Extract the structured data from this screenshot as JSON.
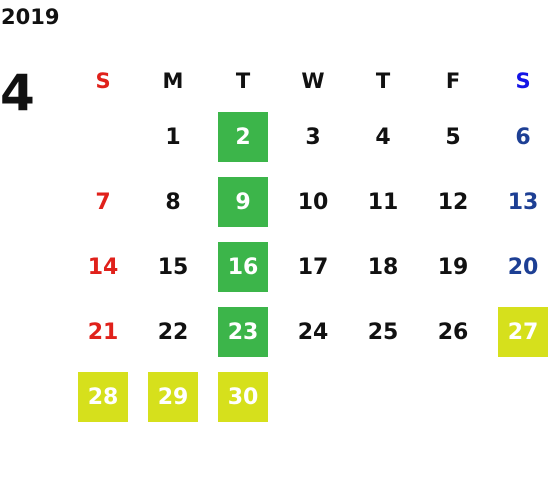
{
  "year": "2019",
  "month": "4",
  "weekdays": [
    "S",
    "M",
    "T",
    "W",
    "T",
    "F",
    "S"
  ],
  "weeks": [
    [
      "",
      "1",
      "2",
      "3",
      "4",
      "5",
      "6"
    ],
    [
      "7",
      "8",
      "9",
      "10",
      "11",
      "12",
      "13"
    ],
    [
      "14",
      "15",
      "16",
      "17",
      "18",
      "19",
      "20"
    ],
    [
      "21",
      "22",
      "23",
      "24",
      "25",
      "26",
      "27"
    ],
    [
      "28",
      "29",
      "30",
      "",
      "",
      "",
      ""
    ]
  ],
  "highlights": {
    "green": [
      "2",
      "9",
      "16",
      "23"
    ],
    "yellow": [
      "27",
      "28",
      "29",
      "30"
    ]
  },
  "colors": {
    "sunday": "#e0211b",
    "saturday_header": "#1414e6",
    "saturday": "#1d3f94",
    "green": "#3cb54a",
    "yellow": "#d6e01c"
  }
}
